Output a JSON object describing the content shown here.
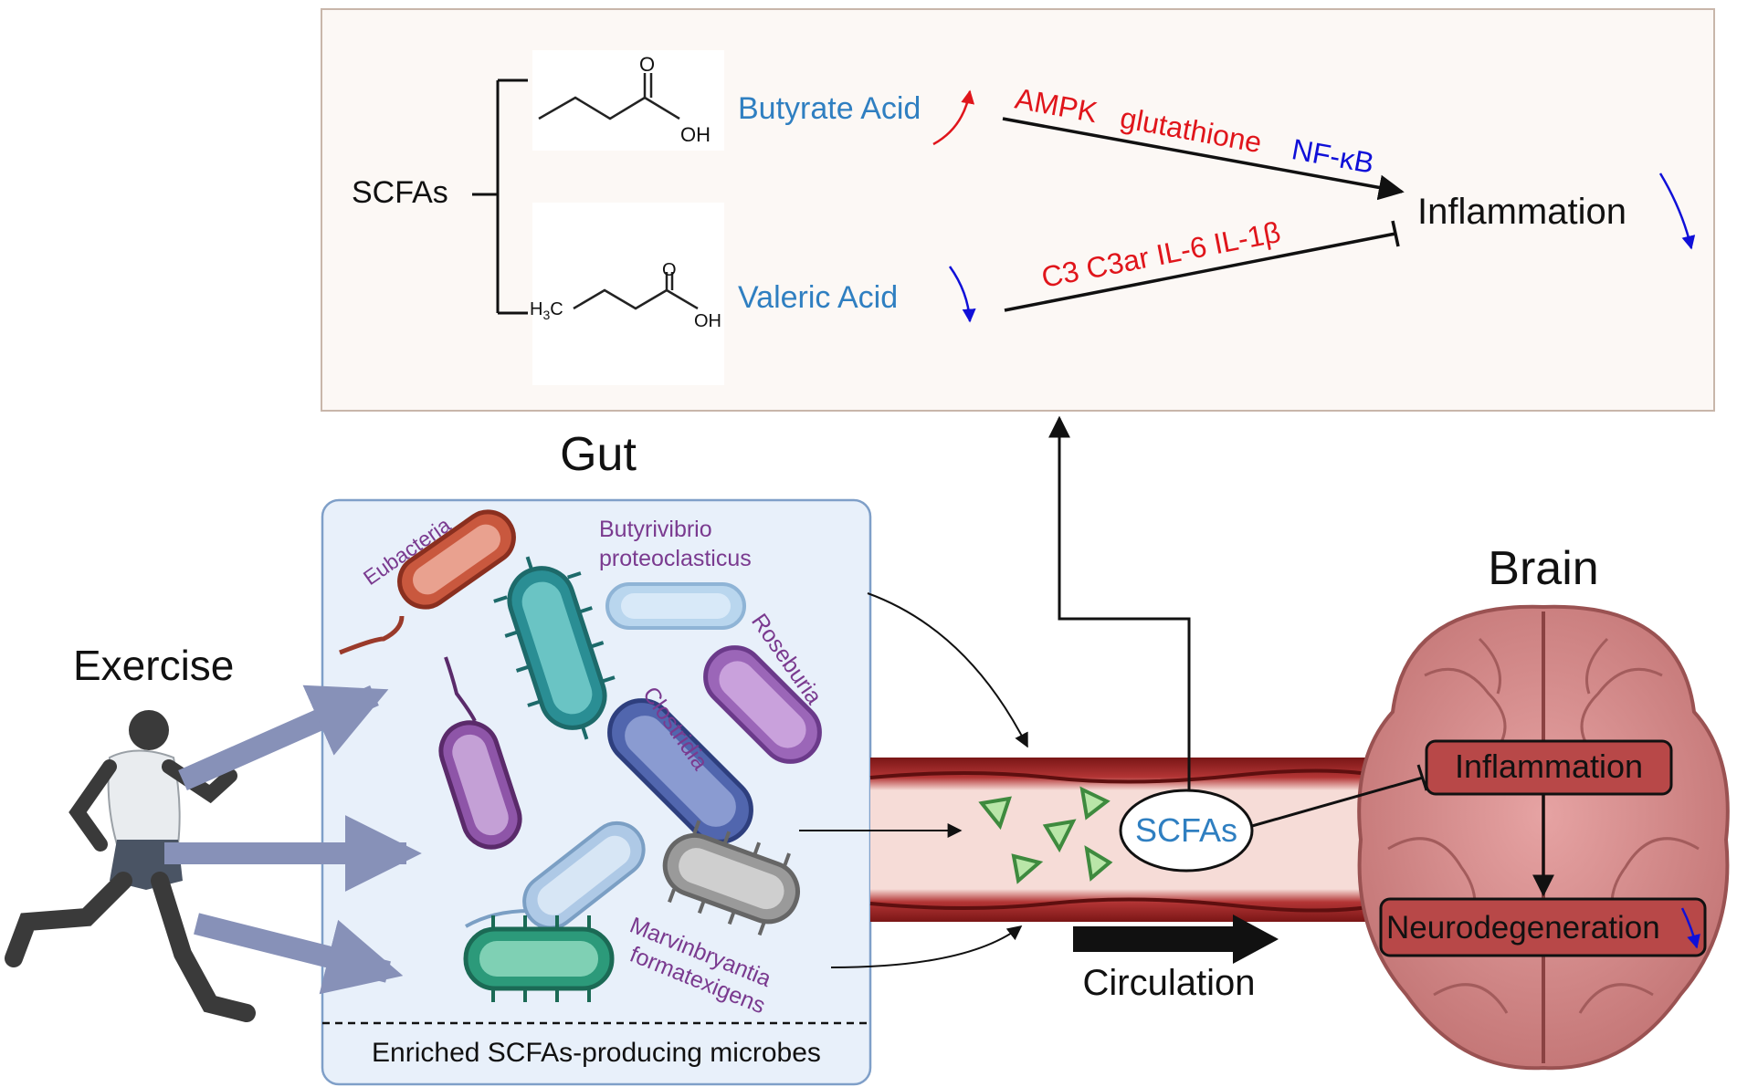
{
  "top_panel": {
    "group_label": "SCFAs",
    "butyrate": {
      "label": "Butyrate Acid",
      "trend": "up",
      "structure_oxygen": "O",
      "structure_hydroxyl": "OH",
      "mediators": [
        "AMPK",
        "glutathione",
        "NF-κB"
      ],
      "effect": "promotes"
    },
    "valeric": {
      "label": "Valeric Acid",
      "trend": "down",
      "structure_oxygen": "O",
      "structure_methyl": "H3C",
      "structure_hydroxyl": "OH",
      "mediators": "C3 C3ar IL-6 IL-1β",
      "effect": "inhibits"
    },
    "target": "Inflammation",
    "target_trend": "down"
  },
  "gut": {
    "title": "Gut",
    "footer": "Enriched SCFAs-producing microbes",
    "microbes": [
      "Eubacteria",
      "Butyrivibrio proteoclasticus",
      "Roseburia",
      "Clostridia",
      "Marvinbryantia formatexigens"
    ],
    "microbe_lines": {
      "butyrivibrio": [
        "Butyrivibrio",
        "proteoclasticus"
      ],
      "marvinbryantia": [
        "Marvinbryantia",
        "formatexigens"
      ]
    }
  },
  "exercise": {
    "label": "Exercise"
  },
  "vessel": {
    "label": "SCFAs",
    "flow_label": "Circulation"
  },
  "brain": {
    "title": "Brain",
    "box1": "Inflammation",
    "box2": "Neurodegeneration",
    "box2_trend": "down"
  },
  "colors": {
    "panel_bg": "#fcf8f5",
    "gut_bg": "#e8f0fa",
    "vessel_red": "#8b1a1a",
    "brain_pink": "#c47c7c",
    "acid_blue": "#2f7fc1",
    "mediator_red": "#e0151b",
    "mediator_navy": "#1010d8",
    "microbe_purple": "#7a3a8f"
  }
}
